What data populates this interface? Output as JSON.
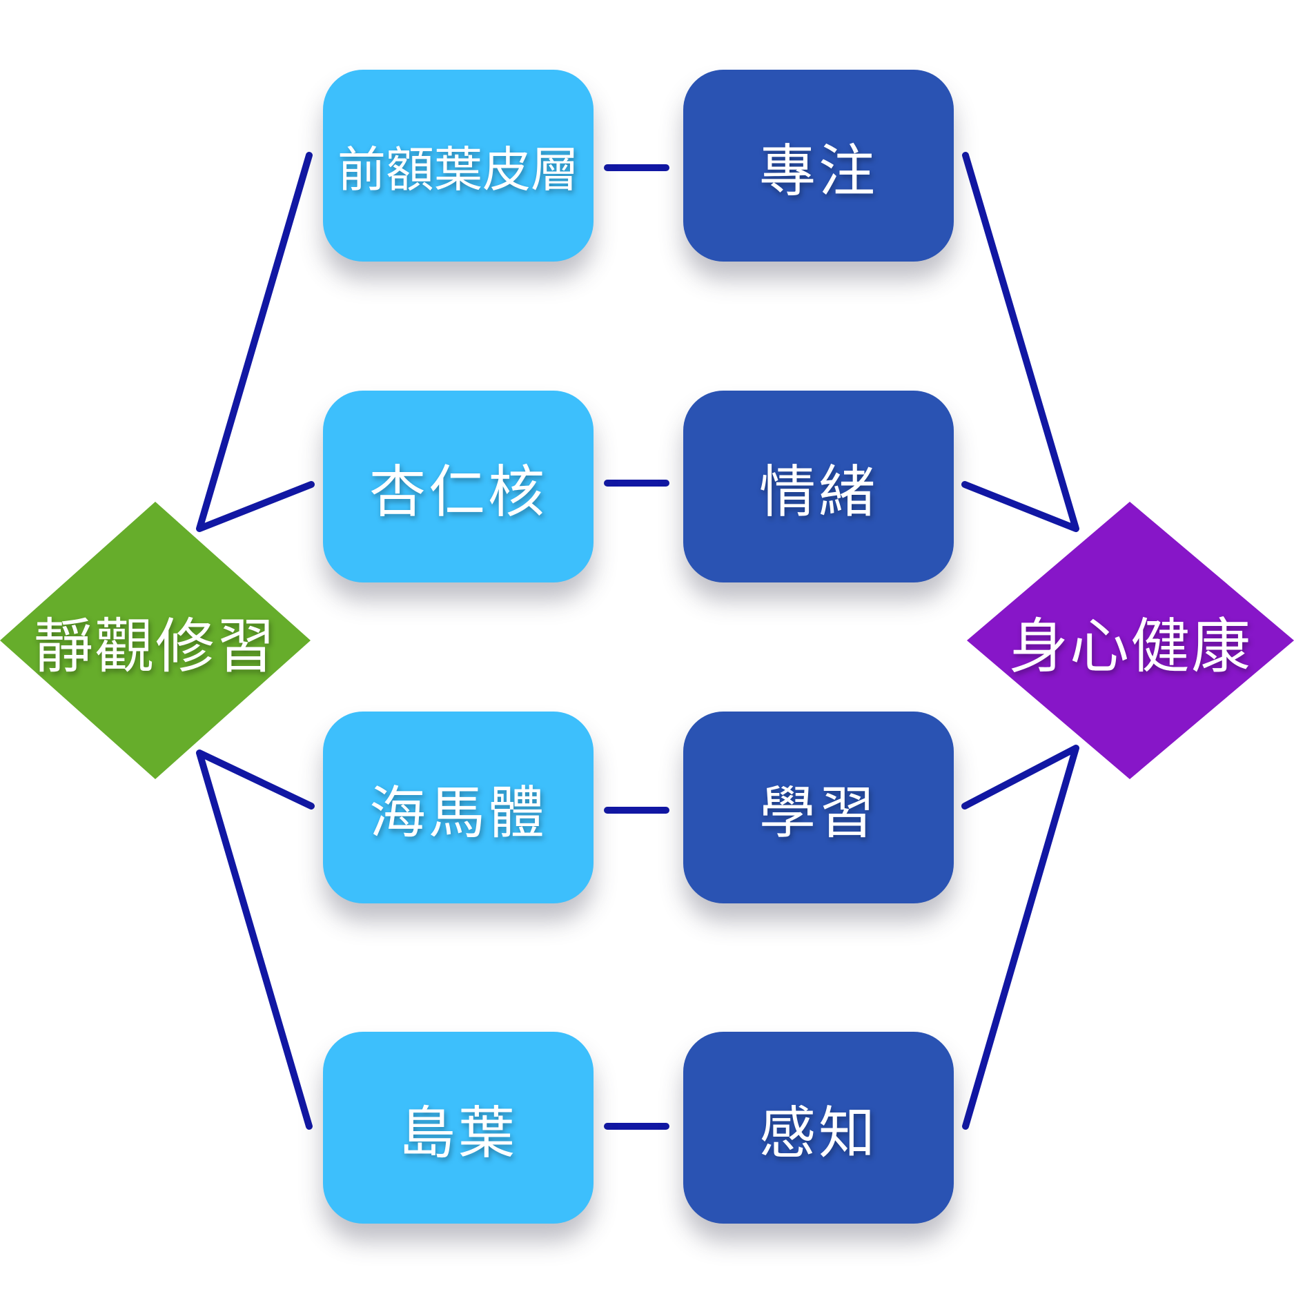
{
  "colors": {
    "region_box": "#3dbffc",
    "function_box": "#2a53b3",
    "source_diamond": "#66ad2b",
    "target_diamond": "#8716c8",
    "connector": "#1117a3",
    "text": "#ffffff"
  },
  "source": {
    "label": "靜觀修習"
  },
  "target": {
    "label": "身心健康"
  },
  "rows": [
    {
      "region": "前額葉皮層",
      "function": "專注"
    },
    {
      "region": "杏仁核",
      "function": "情緒"
    },
    {
      "region": "海馬體",
      "function": "學習"
    },
    {
      "region": "島葉",
      "function": "感知"
    }
  ]
}
